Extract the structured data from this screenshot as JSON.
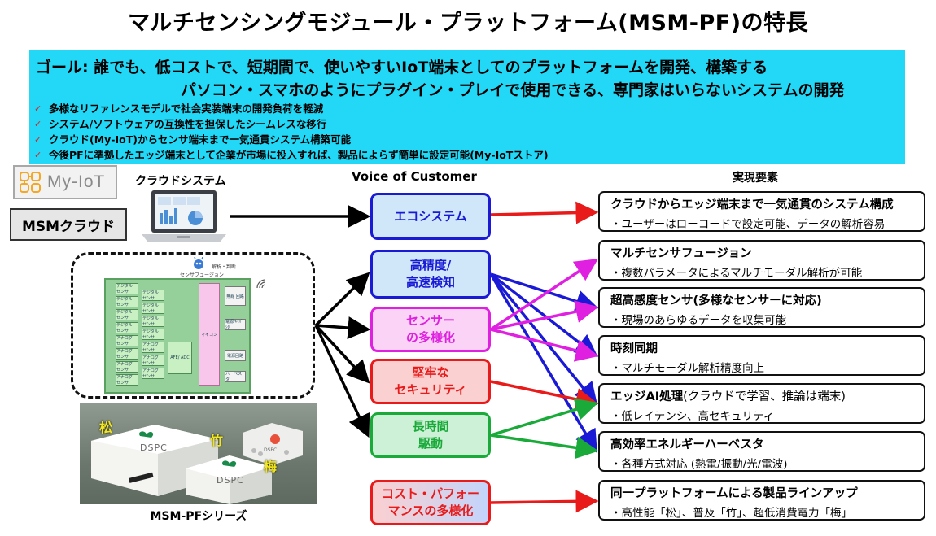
{
  "title": "マルチセンシングモジュール・プラットフォーム(MSM-PF)の特長",
  "goal": {
    "line1": "ゴール: 誰でも、低コストで、短期間で、使いやすいIoT端末としてのプラットフォームを開発、構築する",
    "line2": "パソコン・スマホのようにプラグイン・プレイで使用できる、専門家はいらないシステムの開発",
    "bullets": [
      "多様なリファレンスモデルで社会実装端末の開発負荷を軽減",
      "システム/ソフトウェアの互換性を担保したシームレスな移行",
      "クラウド(My-IoT)からセンサ端末まで一気通貫システム構築可能",
      "今後PFに準拠したエッジ端末として企業が市場に投入すれば、製品によらず簡単に設定可能(My-IoTストア)"
    ]
  },
  "left": {
    "myiot_logo": "My-IoT",
    "msm_cloud": "MSMクラウド",
    "cloud_system": "クラウドシステム",
    "board_label": "センサフュージョン",
    "board_label2": "解析・判断",
    "board_chips": {
      "digital": "デジタル センサ",
      "analog": "アナログ センサ",
      "afe": "AFE/ ADC",
      "mcu": "マイコン",
      "wireless": "無線 回路",
      "power_box": "電源/ｷｬﾊﾟｼﾀ",
      "power_circuit": "電源回路",
      "harvester": "ハーベスタ"
    },
    "product_caption": "MSM-PFシリーズ",
    "product_names": [
      "松",
      "竹",
      "梅"
    ],
    "product_brand": "DSPC"
  },
  "headers": {
    "voc": "Voice of Customer",
    "elements": "実現要素"
  },
  "voc": [
    {
      "label": "エコシステム"
    },
    {
      "label": "高精度/\n高速検知"
    },
    {
      "label": "センサー\nの多様化"
    },
    {
      "label": "堅牢な\nセキュリティ"
    },
    {
      "label": "長時間\n駆動"
    },
    {
      "label": "コスト・パフォー\nマンスの多様化"
    }
  ],
  "elements": [
    {
      "title": "クラウドからエッジ端末まで一気通貫のシステム構成",
      "title_note": "",
      "desc": "・ユーザーはローコードで設定可能、データの解析容易"
    },
    {
      "title": "マルチセンサフュージョン",
      "title_note": "",
      "desc": "・複数パラメータによるマルチモーダル解析が可能"
    },
    {
      "title": "超高感度センサ(多様なセンサーに対応)",
      "title_note": "",
      "desc": "・現場のあらゆるデータを収集可能"
    },
    {
      "title": "時刻同期",
      "title_note": "",
      "desc": "・マルチモーダル解析精度向上"
    },
    {
      "title": "エッジAI処理",
      "title_note": "(クラウドで学習、推論は端末)",
      "desc": "・低レイテンシ、高セキュリティ"
    },
    {
      "title": "高効率エネルギーハーベスタ",
      "title_note": "",
      "desc": "・各種方式対応 (熱電/振動/光/電波)"
    },
    {
      "title": "同一プラットフォームによる製品ラインアップ",
      "title_note": "",
      "desc": "・高性能「松」、普及「竹」、超低消費電力「梅」"
    }
  ],
  "colors": {
    "goal_bg": "#22d8f6",
    "blue": "#1a1ad6",
    "magenta": "#e020e0",
    "red": "#e81a1a",
    "green": "#1aaa3a",
    "black": "#000000"
  }
}
